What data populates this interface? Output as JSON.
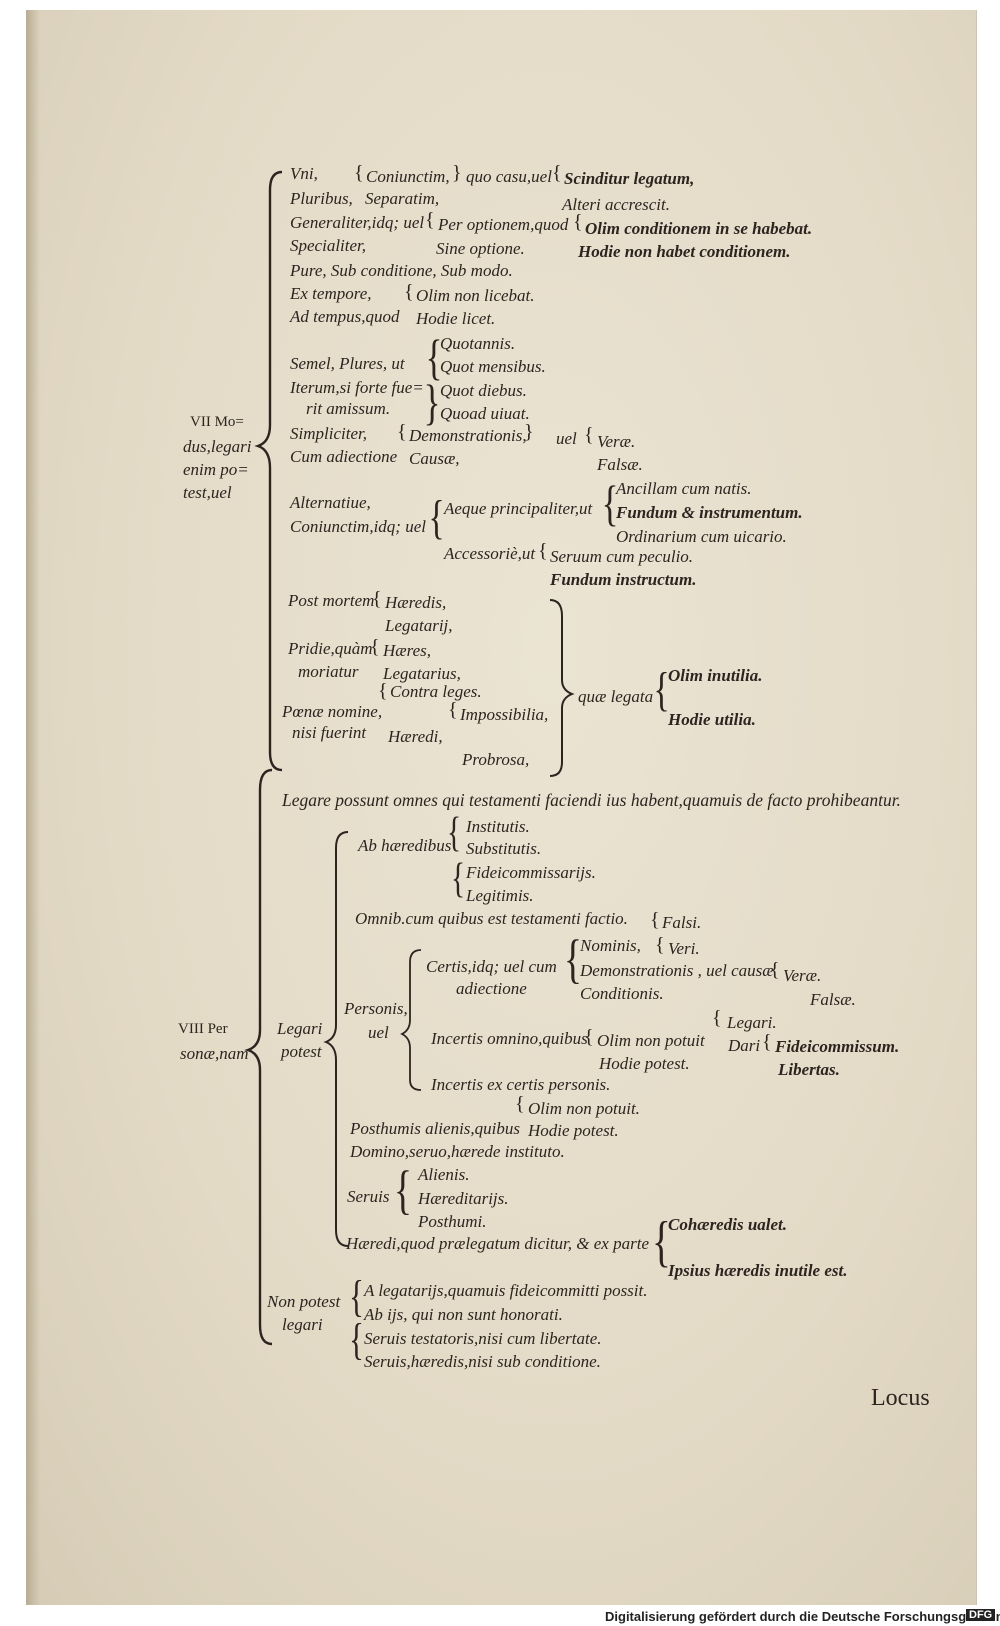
{
  "sections": {
    "seven": {
      "label_1": "VII Mo=",
      "label_2": "dus,legari",
      "label_3": "enim po=",
      "label_4": "test,uel"
    },
    "eight": {
      "label_1": "VIII Per",
      "label_2": "sonæ,nam"
    }
  },
  "lines": {
    "vni": "Vni,",
    "coniunctim": "Coniunctim,",
    "quo_casu": "quo casu,uel",
    "scinditur": "Scinditur legatum,",
    "pluribus": "Pluribus,",
    "separatim": "Separatim,",
    "alteri": "Alteri accrescit.",
    "generaliter": "Generaliter,idq; uel",
    "per_optionem": "Per optionem,quod",
    "olim_cond": "Olim conditionem in se habebat.",
    "specialiter": "Specialiter,",
    "sine_optione": "Sine optione.",
    "hodie_non_habet": "Hodie non habet conditionem.",
    "pure": "Pure, Sub conditione, Sub modo.",
    "ex_tempore": "Ex tempore,",
    "olim_non_licebat": "Olim non licebat.",
    "ad_tempus": "Ad tempus,quod",
    "hodie_licet": "Hodie licet.",
    "quotannis": "Quotannis.",
    "semel": "Semel, Plures, ut",
    "quot_mensibus": "Quot mensibus.",
    "iterum_1": "Iterum,si forte fue=",
    "quot_diebus": "Quot diebus.",
    "iterum_2": "rit amissum.",
    "quoad_uiuat": "Quoad uiuat.",
    "simpliciter": "Simpliciter,",
    "demonstrationis": "Demonstrationis,",
    "uel": "uel",
    "verae": "Veræ.",
    "cum_adiectione": "Cum adiectione",
    "causae": "Causæ,",
    "falsae": "Falsæ.",
    "ancillam": "Ancillam cum natis.",
    "alternatiue": "Alternatiue,",
    "aeque": "Aeque principaliter,ut",
    "fundum_instr": "Fundum & instrumentum.",
    "coniunctim_idq": "Coniunctim,idq; uel",
    "ordinarium": "Ordinarium cum uicario.",
    "accessorie": "Accessoriè,ut",
    "seruum": "Seruum cum peculio.",
    "fundum_instructum": "Fundum instructum.",
    "post_mortem": "Post mortem",
    "haeredis": "Hæredis,",
    "legatarij": "Legatarij,",
    "pridie": "Pridie,quàm",
    "haeres": "Hæres,",
    "moriatur": "moriatur",
    "legatarius": "Legatarius,",
    "olim_inutilia": "Olim inutilia.",
    "contra_leges": "Contra leges.",
    "quae_legata": "quæ legata",
    "poenae": "Pœnæ nomine,",
    "impossibilia": "Impossibilia,",
    "hodie_utilia": "Hodie utilia.",
    "nisi_fuerint": "nisi fuerint",
    "haeredi": "Hæredi,",
    "probrosa": "Probrosa,",
    "legare_possunt": "Legare possunt omnes qui testamenti faciendi ius habent,quamuis de facto prohibeantur.",
    "institutis": "Institutis.",
    "ab_haeredibus": "Ab hæredibus",
    "substitutis": "Substitutis.",
    "fideicommissarijs": "Fideicommissarijs.",
    "legitimis": "Legitimis.",
    "omnib": "Omnib.cum quibus est testamenti factio.",
    "falsi": "Falsi.",
    "nominis": "Nominis,",
    "veri": "Veri.",
    "certis": "Certis,idq; uel cum",
    "demonstr_uel": "Demonstrationis , uel causæ",
    "verae2": "Veræ.",
    "adiectione": "adiectione",
    "conditionis": "Conditionis.",
    "falsae2": "Falsæ.",
    "personis": "Personis,",
    "legari_label": "Legari",
    "legari_small": "Legari.",
    "uel_small": "uel",
    "incertis_omnino": "Incertis omnino,quibus",
    "olim_non_potuit": "Olim non potuit",
    "dari": "Dari",
    "fideicommissum": "Fideicommissum.",
    "potest": "potest",
    "hodie_potest": "Hodie potest.",
    "libertas": "Libertas.",
    "incertis_ex": "Incertis ex certis personis.",
    "olim_non_potuit2": "Olim non potuit.",
    "posthumis": "Posthumis alienis,quibus",
    "hodie_potest2": "Hodie potest.",
    "domino": "Domino,seruo,hærede instituto.",
    "alienis": "Alienis.",
    "seruis": "Seruis",
    "haereditarijs": "Hæreditarijs.",
    "posthumi": "Posthumi.",
    "cohaeredis": "Cohæredis ualet.",
    "haeredi_quod": "Hæredi,quod prælegatum dicitur, & ex parte",
    "ipsius": "Ipsius hæredis inutile est.",
    "a_legatarijs": "A legatarijs,quamuis fideicommitti possit.",
    "non_potest": "Non potest",
    "ab_ijs": "Ab ijs, qui non sunt honorati.",
    "legari2": "legari",
    "seruis_testatoris": "Seruis testatoris,nisi cum libertate.",
    "seruis_haeredis": "Seruis,hæredis,nisi sub conditione."
  },
  "catchword": "Locus",
  "footer": {
    "credit": "Digitalisierung gefördert durch die Deutsche Forschungsgemeinschaft -",
    "logo_text": "DFG"
  }
}
